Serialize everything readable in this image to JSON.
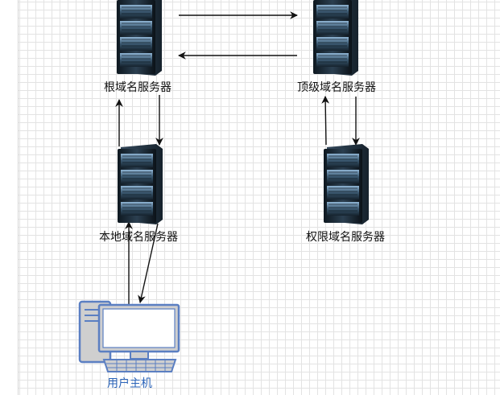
{
  "nodes": {
    "root_server": {
      "label": "根域名服务器",
      "icon": "server-rack-icon"
    },
    "tld_server": {
      "label": "顶级域名服务器",
      "icon": "server-rack-icon"
    },
    "local_server": {
      "label": "本地域名服务器",
      "icon": "server-rack-icon"
    },
    "auth_server": {
      "label": "权限域名服务器",
      "icon": "server-rack-icon"
    },
    "user_host": {
      "label": "用户主机",
      "icon": "desktop-computer-icon"
    }
  },
  "colors": {
    "arrow": "#111111",
    "server_body": "#1c2a36",
    "computer_outline": "#5b7fc2",
    "computer_fill": "#cfcfcf",
    "user_label": "#2a63b8"
  },
  "edges": [
    {
      "from": "root_server",
      "to": "tld_server"
    },
    {
      "from": "tld_server",
      "to": "root_server"
    },
    {
      "from": "local_server",
      "to": "root_server"
    },
    {
      "from": "root_server",
      "to": "local_server"
    },
    {
      "from": "tld_server",
      "to": "auth_server"
    },
    {
      "from": "auth_server",
      "to": "tld_server"
    },
    {
      "from": "user_host",
      "to": "local_server"
    },
    {
      "from": "local_server",
      "to": "user_host"
    }
  ]
}
